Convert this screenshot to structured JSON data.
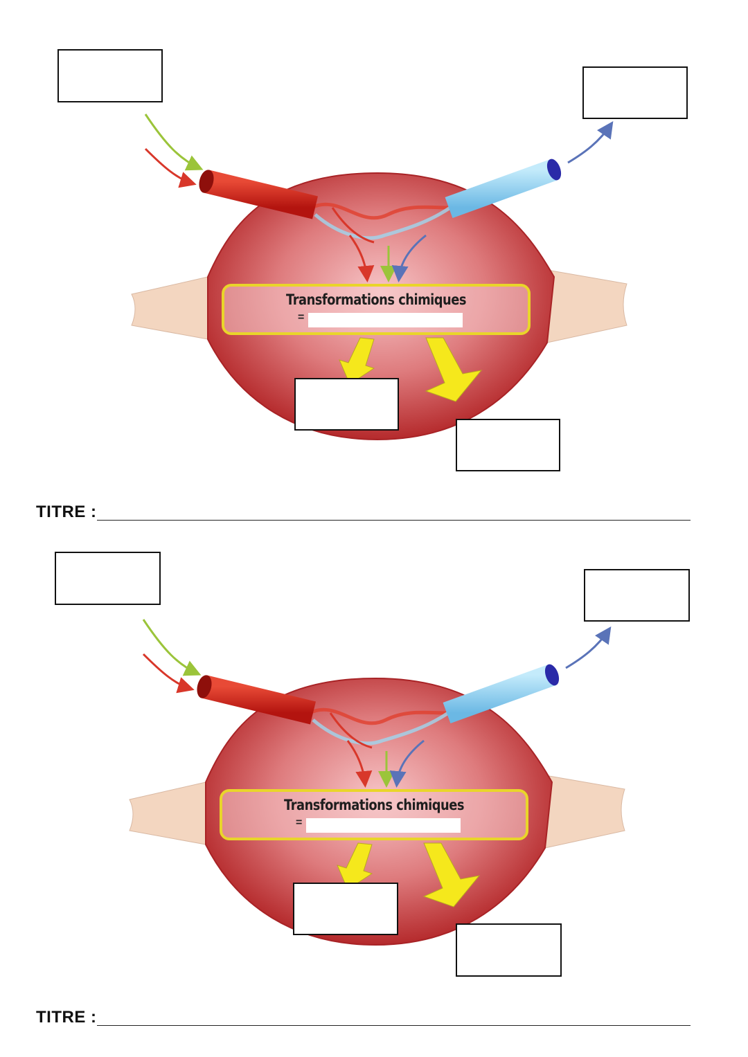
{
  "diagrams": [
    {
      "center_label": "Transformations chimiques",
      "equals_sign": "=",
      "title_label": "TITRE :"
    },
    {
      "center_label": "Transformations chimiques",
      "equals_sign": "=",
      "title_label": "TITRE :"
    }
  ],
  "colors": {
    "muscle": "#c8393a",
    "artery": "#d9261c",
    "vein": "#8fd0f0",
    "arrow_green": "#9bc43a",
    "arrow_red": "#d8372a",
    "arrow_blue": "#5a73b8",
    "output_arrows": "#f5e81c",
    "frame": "#e9d52a",
    "tendon": "#f3d6c0"
  }
}
